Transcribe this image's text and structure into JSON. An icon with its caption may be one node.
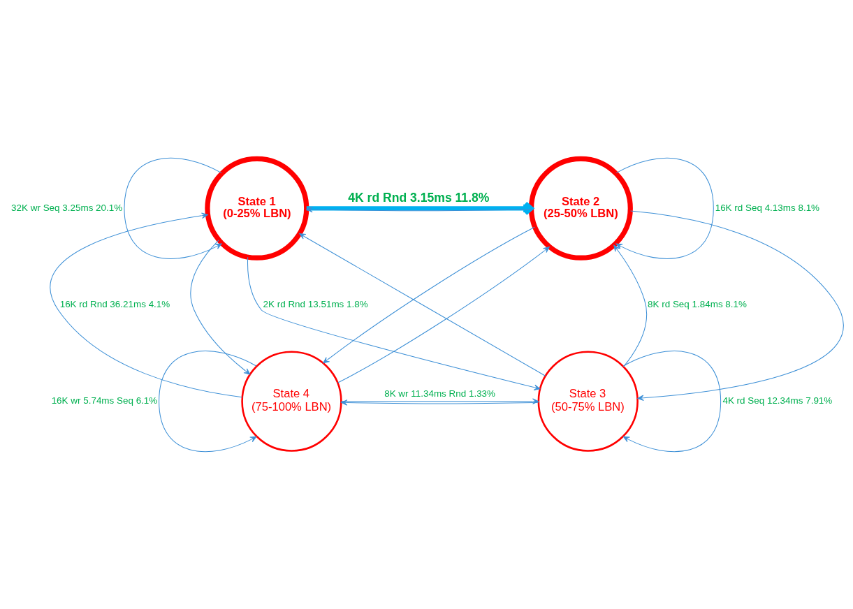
{
  "diagram": {
    "nodes": [
      {
        "text": [
          "State 1",
          "(0-25% LBN)"
        ]
      },
      {
        "text": [
          "State 2",
          "(25-50% LBN)"
        ]
      },
      {
        "text": [
          "State 4",
          "(75-100% LBN)"
        ]
      },
      {
        "text": [
          "State 3",
          "(50-75% LBN)"
        ]
      }
    ],
    "edges": [
      {
        "from": 0,
        "to": 0,
        "arrow": "to",
        "label": "32K wr Seq 3.25ms 20.1%"
      },
      {
        "from": 1,
        "to": 1,
        "arrow": "to",
        "label": "16K rd Seq 4.13ms 8.1%"
      },
      {
        "from": 0,
        "to": 1,
        "arrow": "to",
        "label": "4K rd Rnd 3.15ms 11.8%",
        "style": "thick",
        "color": "#00b0f0"
      },
      {
        "from": 1,
        "to": 0,
        "arrow": "to"
      },
      {
        "from": 0,
        "to": 2,
        "arrow": "to"
      },
      {
        "from": 2,
        "to": 0,
        "arrow": "to",
        "label": "16K rd Rnd 36.21ms 4.1%"
      },
      {
        "from": 0,
        "to": 3,
        "arrow": "to",
        "label": "2K rd Rnd 13.51ms 1.8%"
      },
      {
        "from": 3,
        "to": 0,
        "arrow": "to"
      },
      {
        "from": 1,
        "to": 2,
        "arrow": "to"
      },
      {
        "from": 2,
        "to": 1,
        "arrow": "to"
      },
      {
        "from": 1,
        "to": 3,
        "arrow": "to"
      },
      {
        "from": 3,
        "to": 1,
        "arrow": "to",
        "label": "8K rd Seq 1.84ms 8.1%"
      },
      {
        "from": 3,
        "to": 2,
        "arrow": "to"
      },
      {
        "from": 2,
        "to": 3,
        "arrow": "to",
        "label": "8K wr 11.34ms Rnd 1.33%"
      },
      {
        "from": 2,
        "to": 2,
        "arrow": "to",
        "label": "16K wr 5.74ms Seq 6.1%"
      },
      {
        "from": 3,
        "to": 3,
        "arrow": "to",
        "label": "4K rd Seq 12.34ms 7.91%"
      }
    ]
  }
}
